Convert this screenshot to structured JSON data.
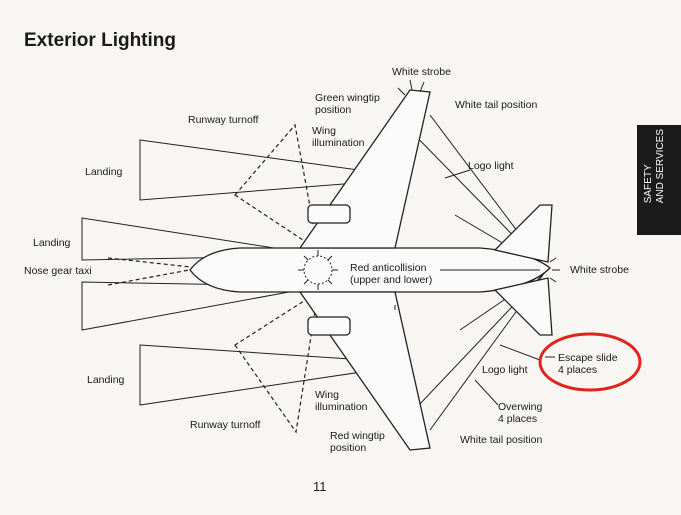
{
  "title": "Exterior Lighting",
  "page_number": "11",
  "section_tab": "SAFETY\nAND SERVICES",
  "labels": {
    "white_strobe_top": "White strobe",
    "green_wingtip": "Green wingtip\nposition",
    "white_tail_top": "White tail position",
    "runway_turnoff_top": "Runway turnoff",
    "wing_illum_top": "Wing\nillumination",
    "logo_light_top": "Logo light",
    "landing_1": "Landing",
    "landing_2": "Landing",
    "nose_gear_taxi": "Nose gear taxi",
    "red_anticollision": "Red anticollision\n(upper and lower)",
    "white_strobe_tail": "White strobe",
    "escape_slide": "Escape slide\n4 places",
    "logo_light_bottom": "Logo light",
    "landing_3": "Landing",
    "wing_illum_bottom": "Wing\nillumination",
    "overwing": "Overwing\n4 places",
    "runway_turnoff_bottom": "Runway turnoff",
    "red_wingtip": "Red wingtip\nposition",
    "white_tail_bottom": "White tail position"
  },
  "colors": {
    "highlight_circle": "#e0231b",
    "tab_background": "#1b1b1b"
  }
}
